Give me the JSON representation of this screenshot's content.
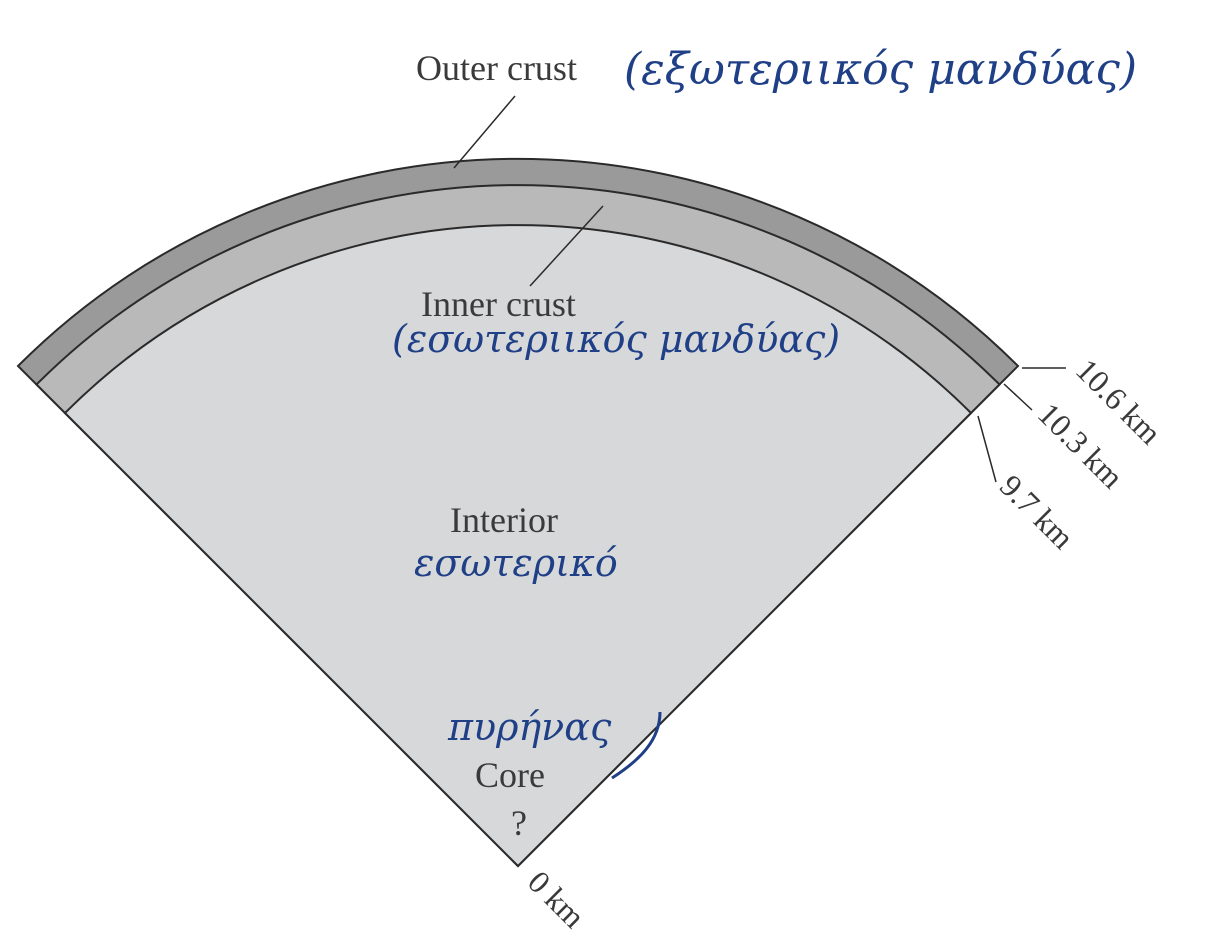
{
  "diagram": {
    "regions": [
      {
        "id": "outer-crust",
        "label": "Outer crust",
        "annotation": "(εξωτεριικός μανδύας)"
      },
      {
        "id": "inner-crust",
        "label": "Inner crust",
        "annotation": "(εσωτεριικός μανδύας)"
      },
      {
        "id": "interior",
        "label": "Interior",
        "annotation": "εσωτερικό"
      },
      {
        "id": "core",
        "label": "Core",
        "sublabel": "?",
        "annotation": "πυρήνας"
      }
    ],
    "radii": [
      {
        "value": "10.6 km"
      },
      {
        "value": "10.3 km"
      },
      {
        "value": "9.7 km"
      },
      {
        "value": "0 km"
      }
    ],
    "colors": {
      "outer_crust": "#9a9a9a",
      "inner_crust": "#b9b9b9",
      "interior": "#d7d8da",
      "ink": "#1f3f86",
      "outline": "#2a2a2a"
    }
  }
}
